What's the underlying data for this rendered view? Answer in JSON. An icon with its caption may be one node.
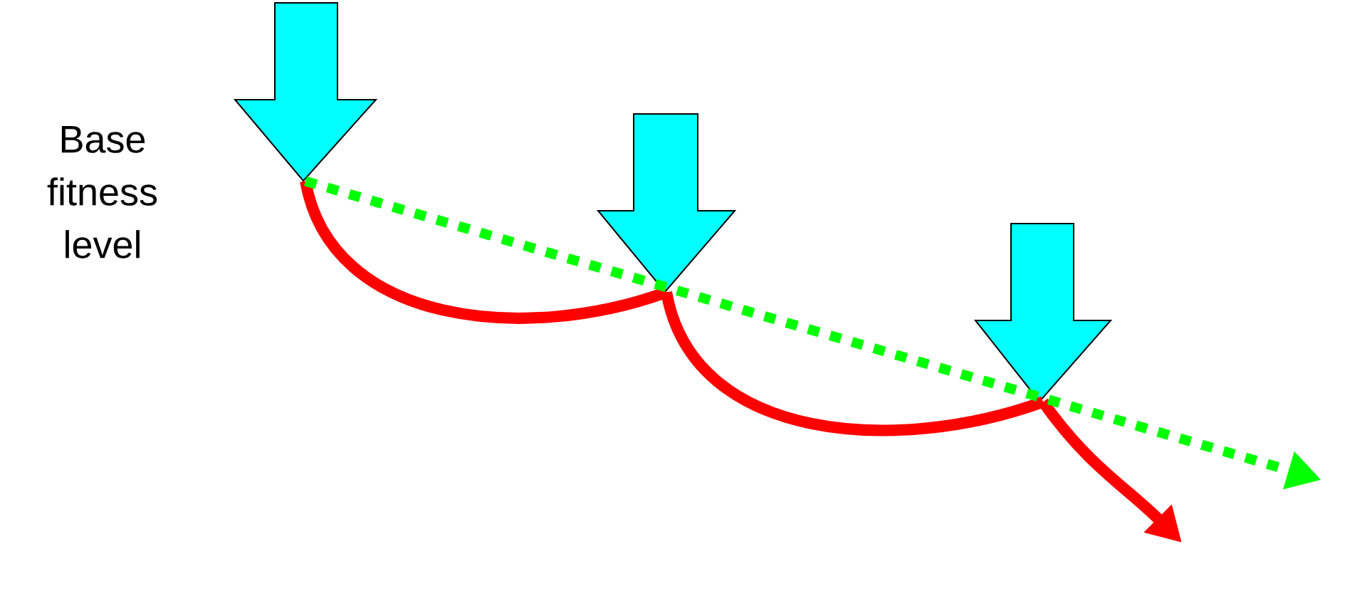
{
  "diagram": {
    "nodes": [
      {
        "text": [],
        "shape": "arrow"
      },
      {
        "text": [],
        "shape": "arrow"
      },
      {
        "text": [],
        "shape": "arrow"
      }
    ],
    "edges": [
      {
        "from": 0,
        "to": 1,
        "arrow": "none"
      },
      {
        "from": 1,
        "to": 2,
        "arrow": "none"
      },
      {
        "from": 2,
        "to": null,
        "arrow": "to"
      },
      {
        "from": 0,
        "to": null,
        "arrow": "to",
        "style": "dashed",
        "color": "#00ff00"
      }
    ],
    "labels": [
      "Base fitness level"
    ]
  }
}
